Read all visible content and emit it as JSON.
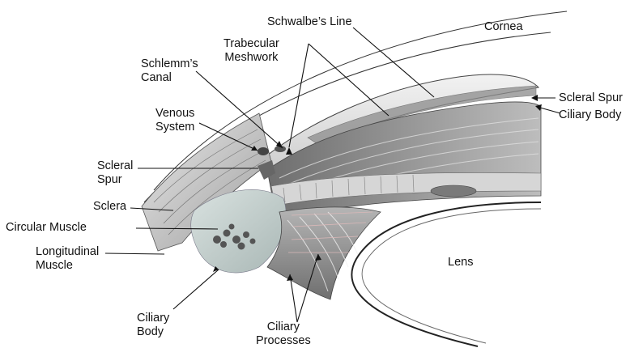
{
  "figure": {
    "labels": {
      "schwalbes_line": "Schwalbe’s Line",
      "cornea": "Cornea",
      "trabecular_meshwork": [
        "Trabecular",
        "Meshwork"
      ],
      "schlemms_canal": [
        "Schlemm’s",
        "Canal"
      ],
      "venous_system": [
        "Venous",
        "System"
      ],
      "scleral_spur_left": [
        "Scleral",
        "Spur"
      ],
      "sclera": "Sclera",
      "circular_muscle": "Circular Muscle",
      "longitudinal_muscle": [
        "Longitudinal",
        "Muscle"
      ],
      "ciliary_body_bottom": [
        "Ciliary",
        "Body"
      ],
      "ciliary_processes": [
        "Ciliary",
        "Processes"
      ],
      "lens": "Lens",
      "scleral_spur_right": "Scleral Spur",
      "ciliary_body_right": "Ciliary Body"
    },
    "colors": {
      "background": "#ffffff",
      "line": "#111111",
      "muscle_fill": "#b9c7c5",
      "tissue_gray": "#9a9a9a"
    }
  }
}
